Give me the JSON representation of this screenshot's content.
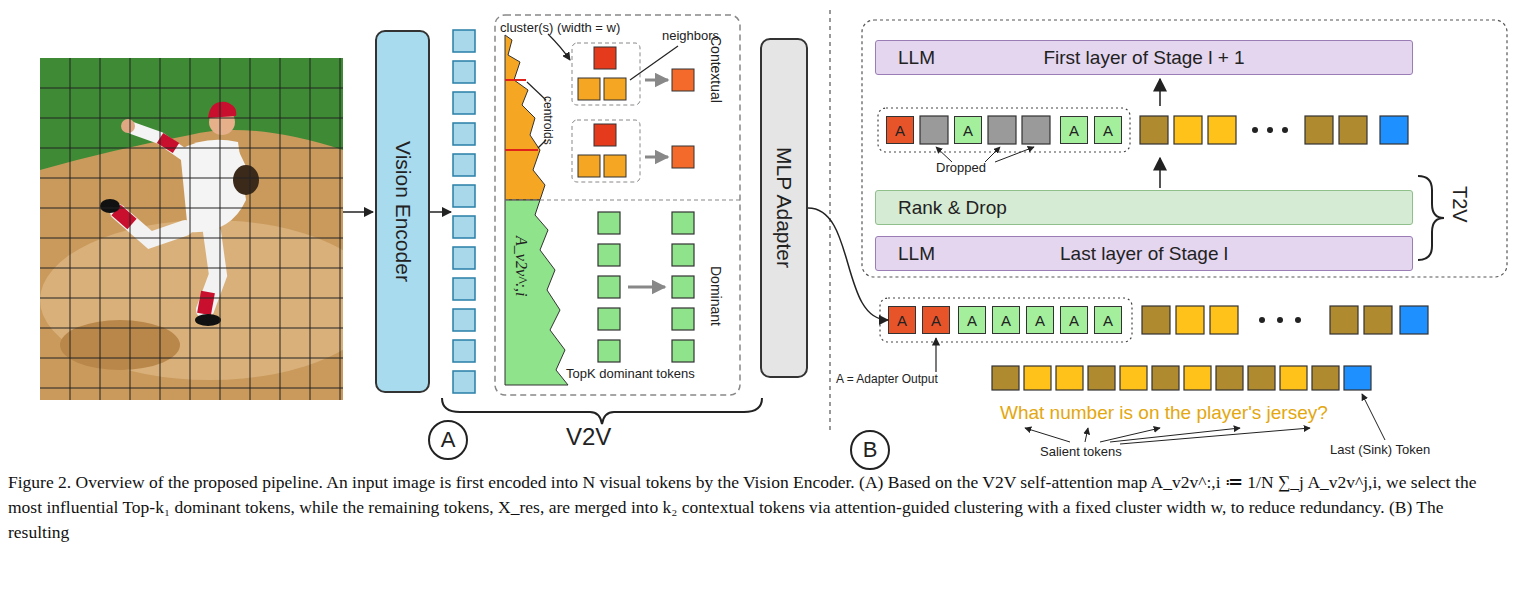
{
  "diagram": {
    "caption": "Figure 2. Overview of the proposed pipeline. An input image is first encoded into N visual tokens by the Vision Encoder. (A) Based on the V2V self-attention map A_v2v^:,i ≔ 1/N ∑_j A_v2v^j,i, we select the most influential Top-k₁ dominant tokens, while the remaining tokens, X_res, are merged into k₂ contextual tokens via attention-guided clustering with a fixed cluster width w, to reduce redundancy. (B) The resulting",
    "nodes": [
      {
        "text": [
          "Vision Encoder"
        ]
      },
      {
        "text": [
          "MLP Adapter"
        ]
      },
      {
        "text": [
          "A"
        ]
      },
      {
        "text": [
          "LLM",
          "First layer of Stage l + 1"
        ]
      },
      {
        "text": [
          "A"
        ]
      },
      {
        "text": [
          "A"
        ]
      },
      {
        "text": [
          "A"
        ]
      },
      {
        "text": [
          "A"
        ]
      },
      {
        "text": [
          "Rank & Drop"
        ]
      },
      {
        "text": [
          "LLM",
          "Last layer of Stage l"
        ]
      },
      {
        "text": [
          "A"
        ]
      },
      {
        "text": [
          "A"
        ]
      },
      {
        "text": [
          "A"
        ]
      },
      {
        "text": [
          "A"
        ]
      },
      {
        "text": [
          "A"
        ]
      },
      {
        "text": [
          "A"
        ]
      },
      {
        "text": [
          "A"
        ]
      },
      {
        "text": [
          "B"
        ]
      }
    ],
    "edges": [
      {
        "from": 1,
        "to": 10,
        "arrow": "to"
      }
    ],
    "labels": [
      "cluster(s) (width = w)",
      "neighbors",
      "centroids",
      "Contextual",
      "Dominant",
      "A_v2v^:,i",
      "TopK dominant tokens",
      "V2V",
      "Dropped",
      "T2V",
      "A = Adapter Output",
      "What number is on the player's jersey?",
      "Salient tokens",
      "Last (Sink) Token"
    ]
  }
}
